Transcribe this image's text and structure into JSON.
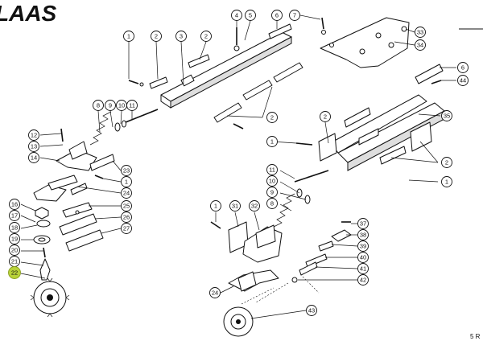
{
  "brand": {
    "logo_text": "LAAS"
  },
  "page_ref": "5 R",
  "highlight_label": "22",
  "labels": {
    "l4": "4",
    "l5": "5",
    "l6a": "6",
    "l7": "7",
    "l33": "33",
    "l34": "34",
    "l1a": "1",
    "l2a": "2",
    "l3": "3",
    "l2b": "2",
    "l6b": "6",
    "l44": "44",
    "l35": "35",
    "l8a": "8",
    "l9a": "9",
    "l10a": "10",
    "l11a": "11",
    "l2c": "2",
    "l2d": "2",
    "l1b": "1",
    "l2e": "2",
    "l1c": "1",
    "l12": "12",
    "l13": "13",
    "l14": "14",
    "l23": "23",
    "l1d": "1",
    "l24a": "24",
    "l11b": "11",
    "l10b": "10",
    "l9b": "9",
    "l8b": "8",
    "l16": "16",
    "l25": "25",
    "l17": "17",
    "l26": "26",
    "l18": "18",
    "l27": "27",
    "l19": "19",
    "l20": "20",
    "l21": "21",
    "l22": "22",
    "l1e": "1",
    "l31": "31",
    "l32": "32",
    "l37": "37",
    "l38": "38",
    "l39": "39",
    "l40": "40",
    "l41": "41",
    "l42": "42",
    "l24b": "24",
    "l43": "43"
  }
}
